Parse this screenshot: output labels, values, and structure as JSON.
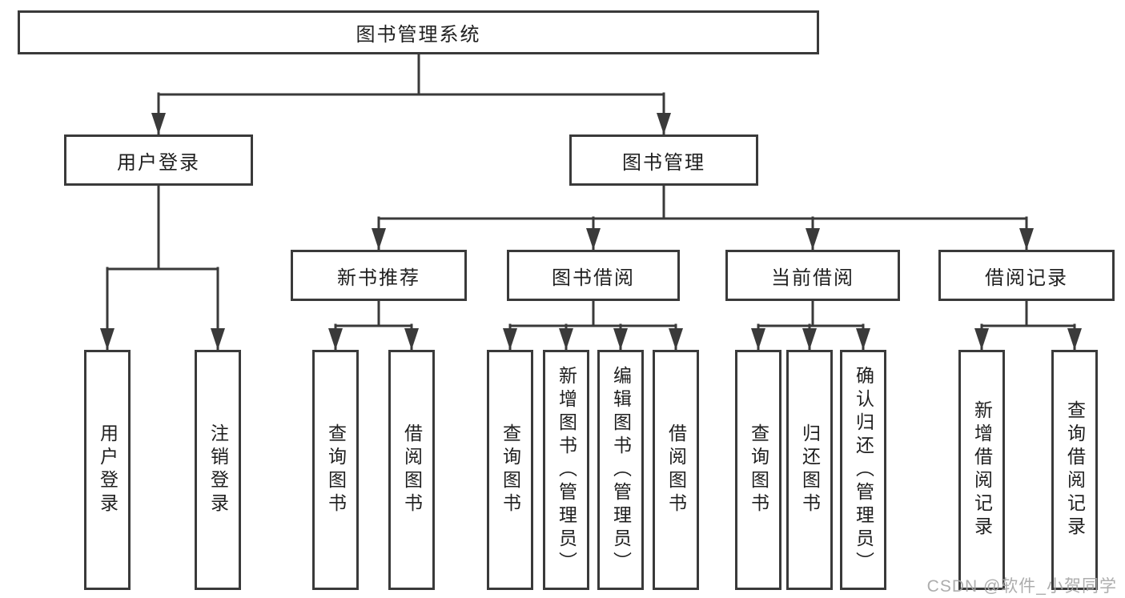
{
  "colors": {
    "line": "#3a3a3a",
    "text": "#1f1f1f",
    "background": "#ffffff",
    "watermark": "#a6a6a6"
  },
  "tree": {
    "label": "图书管理系统",
    "children": [
      {
        "label": "用户登录",
        "children": [
          {
            "label": "用户登录"
          },
          {
            "label": "注销登录"
          }
        ]
      },
      {
        "label": "图书管理",
        "children": [
          {
            "label": "新书推荐",
            "children": [
              {
                "label": "查询图书"
              },
              {
                "label": "借阅图书"
              }
            ]
          },
          {
            "label": "图书借阅",
            "children": [
              {
                "label": "查询图书"
              },
              {
                "label": "新增图书（管理员）"
              },
              {
                "label": "编辑图书（管理员）"
              },
              {
                "label": "借阅图书"
              }
            ]
          },
          {
            "label": "当前借阅",
            "children": [
              {
                "label": "查询图书"
              },
              {
                "label": "归还图书"
              },
              {
                "label": "确认归还（管理员）"
              }
            ]
          },
          {
            "label": "借阅记录",
            "children": [
              {
                "label": "新增借阅记录"
              },
              {
                "label": "查询借阅记录"
              }
            ]
          }
        ]
      }
    ]
  },
  "watermark": {
    "text": "CSDN @软件_小贺同学"
  }
}
